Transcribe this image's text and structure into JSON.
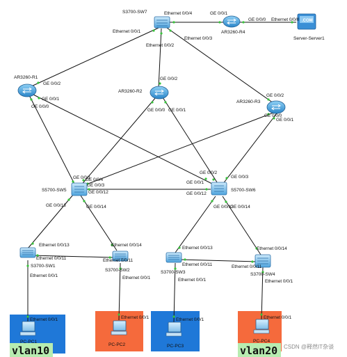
{
  "devices": {
    "sw7": "S3700-SW7",
    "r4": "AR3260-R4",
    "server1": "Server-Server1",
    "server_badge": ".COM",
    "r1": "AR3260-R1",
    "r2": "AR3260-R2",
    "r3": "AR3260-R3",
    "sw5": "S5700-SW5",
    "sw6": "S5700-SW6",
    "sw1": "S3700-SW1",
    "sw2": "S3700-SW2",
    "sw3": "S3700-SW3",
    "sw4": "S3700-SW4",
    "pc1": "PC-PC1",
    "pc2": "PC-PC2",
    "pc3": "PC-PC3",
    "pc4": "PC-PC4"
  },
  "ports": {
    "sw7_e004": "Ethernet 0/0/4",
    "sw7_e001": "Ethernet 0/0/1",
    "sw7_e002": "Ethernet 0/0/2",
    "sw7_e003": "Ethernet 0/0/3",
    "r4_g001": "GE 0/0/1",
    "r4_g000": "GE 0/0/0",
    "server_e000": "Ethernet 0/0/0",
    "r1_g002": "GE 0/0/2",
    "r1_g001": "GE 0/0/1",
    "r1_g000": "GE 0/0/0",
    "r2_g002": "GE 0/0/2",
    "r2_g000": "GE 0/0/0",
    "r2_g001": "GE 0/0/1",
    "r3_g002": "GE 0/0/2",
    "r3_g000": "GE 0/0/0",
    "r3_g001": "GE 0/0/1",
    "sw5_g001": "GE 0/0/1",
    "sw5_g004": "GE 0/0/4",
    "sw5_g003": "GE 0/0/3",
    "sw5_g0012": "GE 0/0/12",
    "sw5_g0013": "GE 0/0/13",
    "sw5_g0014": "GE 0/0/14",
    "sw6_g002": "GE 0/0/2",
    "sw6_g003": "GE 0/0/3",
    "sw6_g001": "GE 0/0/1",
    "sw6_g0012": "GE 0/0/12",
    "sw6_g0013": "GE 0/0/13",
    "sw6_g0014": "GE 0/0/14",
    "sw1_e0013": "Ethernet 0/0/13",
    "sw1_e0011": "Ethernet 0/0/11",
    "sw1_e001": "Ethernet 0/0/1",
    "sw2_e0014": "Ethernet 0/0/14",
    "sw2_e0011": "Ethernet 0/0/11",
    "sw2_e001": "Ethernet 0/0/1",
    "sw3_e0013": "Ethernet 0/0/13",
    "sw3_e0011": "Ethernet 0/0/11",
    "sw3_e001": "Ethernet 0/0/1",
    "sw4_e0014": "Ethernet 0/0/14",
    "sw4_e0011": "Ethernet 0/0/11",
    "sw4_e001": "Ethernet 0/0/1",
    "pc1_e001": "Ethernet 0/0/1",
    "pc2_e001": "Ethernet 0/0/1",
    "pc3_e001": "Ethernet 0/0/1",
    "pc4_e001": "Ethernet 0/0/1"
  },
  "vlans": {
    "left": "vlan10",
    "right": "vlan20"
  },
  "watermark": "CSDN @释然IT杂谈",
  "colors": {
    "vlan10_box": "#1f78d8",
    "vlan20_box": "#f56a3c",
    "vlan_tag_bg": "#b7ecb0",
    "link_dot": "#39c43c",
    "router_body": "#4aa3dd",
    "switch_body": "#5db1e5",
    "server_body": "#3a8fd6"
  }
}
